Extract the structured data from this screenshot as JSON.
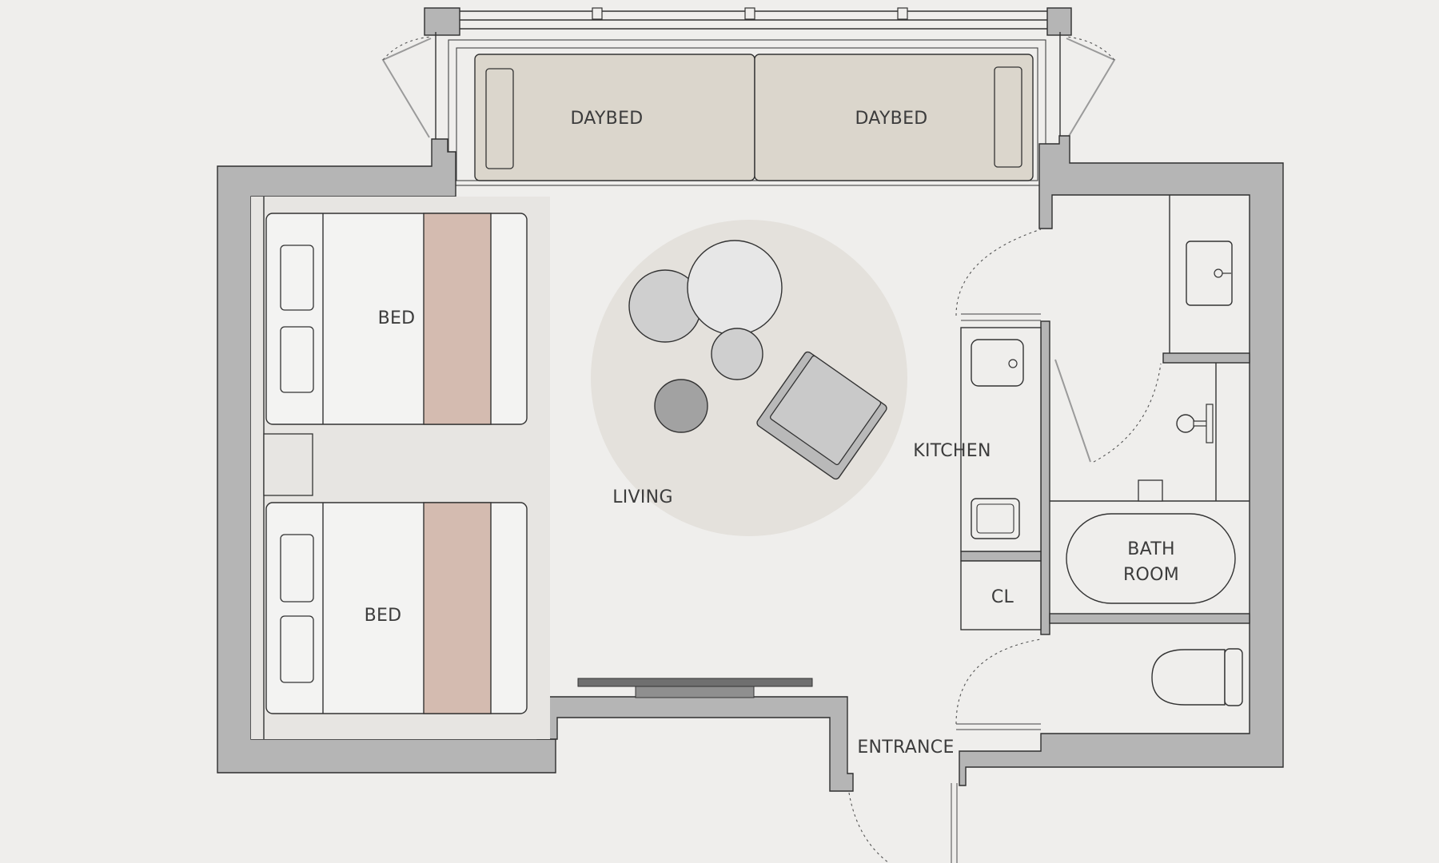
{
  "plan": {
    "labels": {
      "daybed_left": "DAYBED",
      "daybed_right": "DAYBED",
      "bed_top": "BED",
      "bed_bottom": "BED",
      "living": "LIVING",
      "kitchen": "KITCHEN",
      "bath_line1": "BATH",
      "bath_line2": "ROOM",
      "closet": "CL",
      "entrance": "ENTRANCE"
    },
    "colors": {
      "background": "#efeeec",
      "wall": "#b5b5b5",
      "daybed": "#dbd6cc",
      "rug": "#e4e1dc",
      "bed_runner": "#d4bbb0",
      "bed_area": "#e7e5e2",
      "stool_light": "#e7e7e7",
      "stool_mid": "#cfcfcf",
      "stool_dark": "#a2a2a2",
      "chair": "#c9c9c9"
    }
  }
}
